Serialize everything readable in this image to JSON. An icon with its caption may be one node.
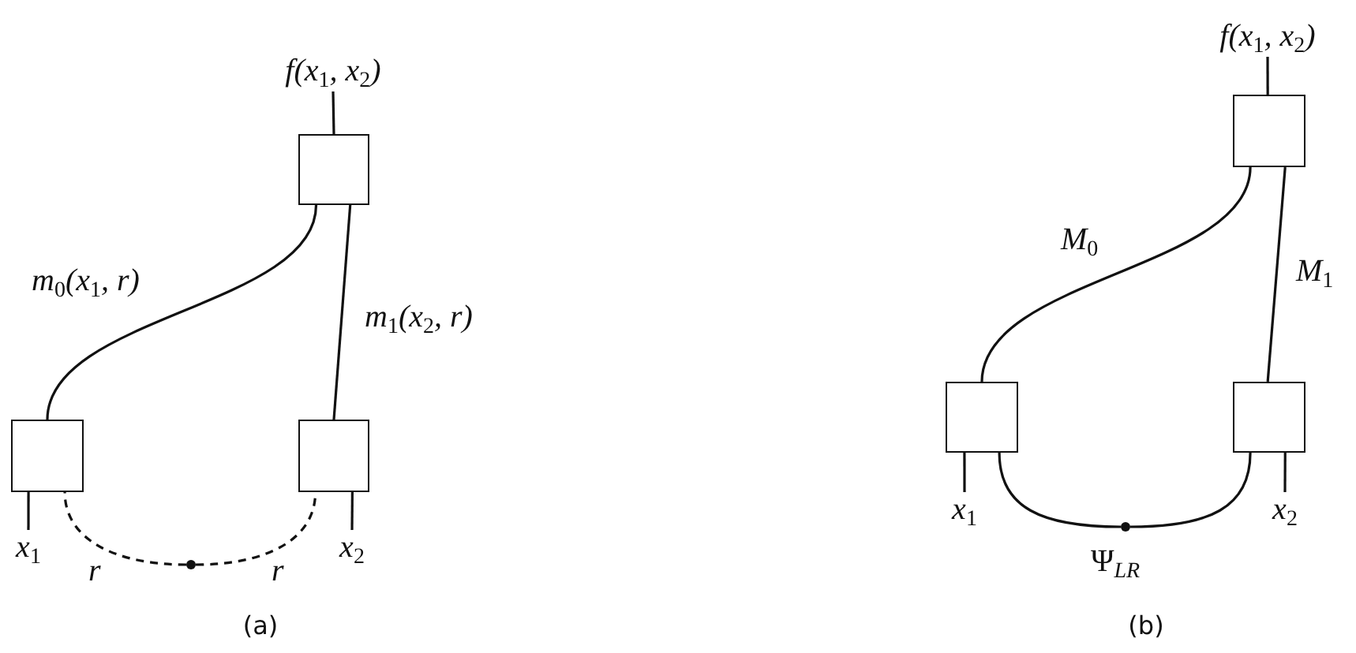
{
  "diagram": {
    "nodes": [
      {
        "text": [
          "f(x$_{1}$, x$_{2}$)"
        ]
      },
      {
        "text": [],
        "shape": "box"
      },
      {
        "text": [],
        "shape": "box"
      },
      {
        "text": [],
        "shape": "box"
      },
      {
        "text": [
          "x$_{1}$"
        ]
      },
      {
        "text": [],
        "shape": "circle"
      },
      {
        "text": [
          "x$_{2}$"
        ]
      },
      {
        "text": [
          "f(x$_{1}$, x$_{2}$)"
        ]
      },
      {
        "text": [],
        "shape": "box"
      },
      {
        "text": [],
        "shape": "box"
      },
      {
        "text": [],
        "shape": "box"
      },
      {
        "text": [
          "x$_{1}$"
        ]
      },
      {
        "text": [],
        "shape": "circle",
        "beside": [
          "Ψ$_{LR}$"
        ]
      },
      {
        "text": [
          "x$_{2}$"
        ]
      }
    ],
    "edges": [
      {
        "from": 1,
        "to": 0,
        "arrow": "none"
      },
      {
        "from": 2,
        "to": 1,
        "arrow": "none",
        "label": "m$_{0}$(x$_{1}$, r)"
      },
      {
        "from": 3,
        "to": 1,
        "arrow": "none",
        "label": "m$_{1}$(x$_{2}$, r)"
      },
      {
        "from": 4,
        "to": 2,
        "arrow": "none"
      },
      {
        "from": 5,
        "to": 2,
        "arrow": "none",
        "label": "r",
        "style": "dashed"
      },
      {
        "from": 5,
        "to": 3,
        "arrow": "none",
        "label": "r",
        "style": "dashed"
      },
      {
        "from": 6,
        "to": 3,
        "arrow": "none"
      },
      {
        "from": 8,
        "to": 7,
        "arrow": "none"
      },
      {
        "from": 9,
        "to": 8,
        "arrow": "none",
        "label": "M$_{0}$"
      },
      {
        "from": 10,
        "to": 8,
        "arrow": "none",
        "label": "M$_{1}$"
      },
      {
        "from": 11,
        "to": 9,
        "arrow": "none"
      },
      {
        "from": 12,
        "to": 9,
        "arrow": "none"
      },
      {
        "from": 12,
        "to": 10,
        "arrow": "none"
      },
      {
        "from": 13,
        "to": 10,
        "arrow": "none"
      }
    ],
    "labels": [
      "(a)",
      "(b)"
    ]
  }
}
